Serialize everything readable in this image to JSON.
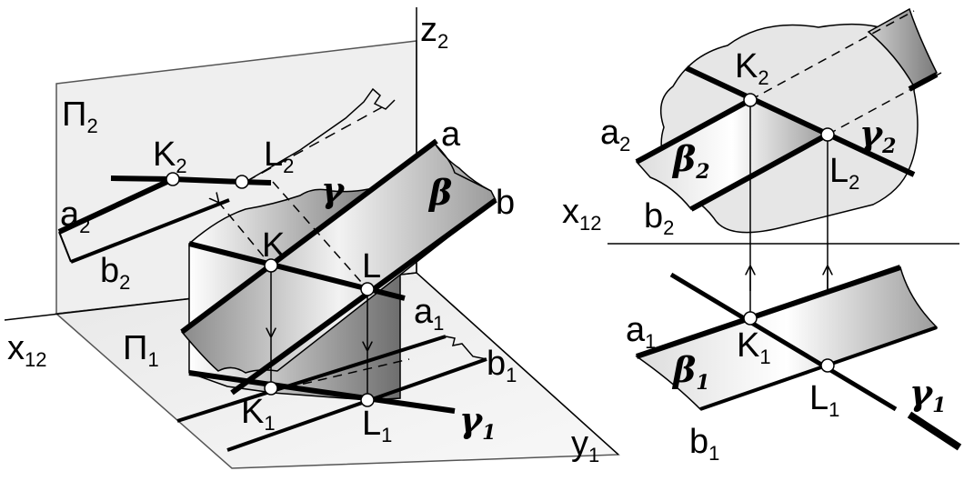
{
  "left": {
    "axes": {
      "z": {
        "main": "z",
        "sub": "2"
      },
      "x": {
        "main": "x",
        "sub": "12"
      },
      "y": {
        "main": "y",
        "sub": "1"
      }
    },
    "planes": {
      "frontal": {
        "main": "Π",
        "sub": "2"
      },
      "horizontal": {
        "main": "Π",
        "sub": "1"
      }
    },
    "lines": {
      "a": "a",
      "b": "b",
      "a2": {
        "main": "a",
        "sub": "2"
      },
      "b2": {
        "main": "b",
        "sub": "2"
      },
      "a1": {
        "main": "a",
        "sub": "1"
      },
      "b1": {
        "main": "b",
        "sub": "1"
      }
    },
    "planeNames": {
      "gamma": "γ",
      "beta": "β",
      "gamma1": {
        "main": "γ",
        "sub": "1"
      }
    },
    "points": {
      "K": "K",
      "L": "L",
      "K2": {
        "main": "K",
        "sub": "2"
      },
      "L2": {
        "main": "L",
        "sub": "2"
      },
      "K1": {
        "main": "K",
        "sub": "1"
      },
      "L1": {
        "main": "L",
        "sub": "1"
      }
    }
  },
  "right": {
    "x": {
      "main": "x",
      "sub": "12"
    },
    "K2": {
      "main": "K",
      "sub": "2"
    },
    "L2": {
      "main": "L",
      "sub": "2"
    },
    "K1": {
      "main": "K",
      "sub": "1"
    },
    "L1": {
      "main": "L",
      "sub": "1"
    },
    "a2": {
      "main": "a",
      "sub": "2"
    },
    "b2": {
      "main": "b",
      "sub": "2"
    },
    "a1": {
      "main": "a",
      "sub": "1"
    },
    "b1": {
      "main": "b",
      "sub": "1"
    },
    "beta2": {
      "main": "β",
      "sub": "2"
    },
    "beta1": {
      "main": "β",
      "sub": "1"
    },
    "gamma2": {
      "main": "γ",
      "sub": "2"
    },
    "gamma1": {
      "main": "γ",
      "sub": "1"
    }
  }
}
